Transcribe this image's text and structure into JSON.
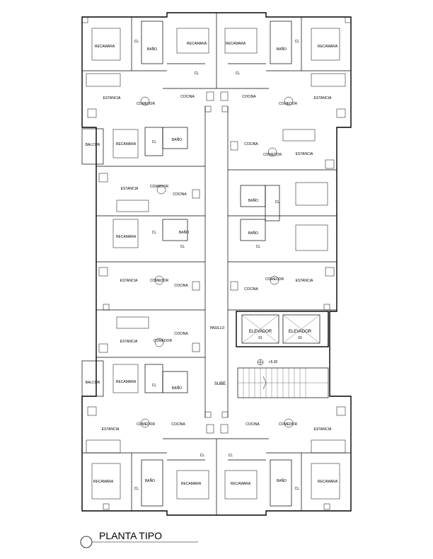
{
  "plan": {
    "title": "PLANTA TIPO",
    "level": "+5.30",
    "labels": {
      "recamara": "RECAMARA",
      "cl": "CL",
      "bano": "BAÑO",
      "estancia": "ESTANCIA",
      "comedor": "COMEDOR",
      "cocina": "COCINA",
      "balcon": "BALCON",
      "pasillo": "PASILLO",
      "sube": "SUBE",
      "elevador": "ELEVADOR",
      "elev1": "01",
      "elev2": "02"
    }
  }
}
